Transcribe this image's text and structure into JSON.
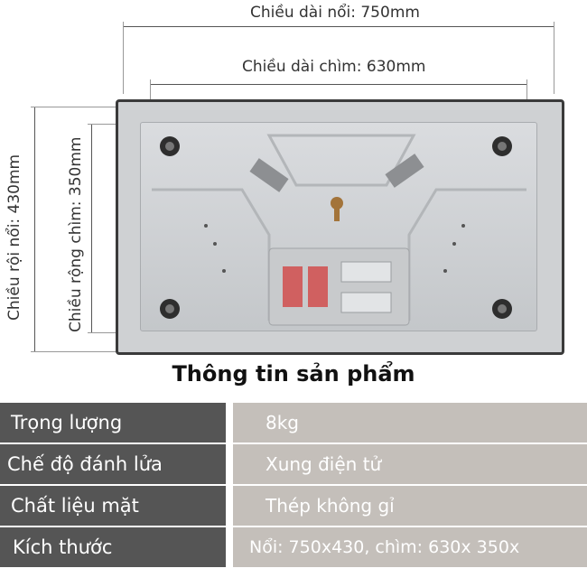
{
  "dimensions": {
    "top_outer": "Chiều dài nổi: 750mm",
    "top_inner": "Chiều dài chìm: 630mm",
    "left_outer": "Chiều rội nổi: 430mm",
    "left_inner": "Chiều rộng chìm: 350mm"
  },
  "section_title": "Thông tin sản phẩm",
  "specs": [
    {
      "label": "Trọng lượng",
      "value": "8kg"
    },
    {
      "label": "Chế độ đánh lửa",
      "value": "Xung điện tử"
    },
    {
      "label": "Chất liệu mặt",
      "value": "Thép không gỉ"
    },
    {
      "label": "Kích thước",
      "value": "Nổi: 750x430, chìm: 630x 350x"
    }
  ],
  "colors": {
    "label_bg": "#555555",
    "value_bg": "#c4bfba",
    "plate": "#cfd1d3"
  }
}
